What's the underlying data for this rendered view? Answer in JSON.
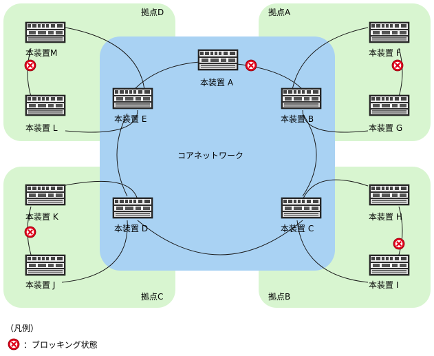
{
  "sites": {
    "D": {
      "label": "拠点D"
    },
    "A": {
      "label": "拠点A"
    },
    "C": {
      "label": "拠点C"
    },
    "B": {
      "label": "拠点B"
    }
  },
  "core": {
    "label": "コアネットワーク"
  },
  "devices": {
    "A": "本装置 A",
    "B": "本装置 B",
    "C": "本装置 C",
    "D": "本装置 D",
    "E": "本装置 E",
    "F": "本装置 F",
    "G": "本装置 G",
    "H": "本装置 H",
    "I": "本装置 I",
    "J": "本装置 J",
    "K": "本装置 K",
    "L": "本装置 L",
    "M": "本装置M"
  },
  "legend": {
    "title": "（凡例）",
    "blocking_label": "：ブロッキング状態"
  },
  "colors": {
    "site_fill": "#d8f5d0",
    "core_fill": "#a9d2f3",
    "block_red": "#e0001a"
  }
}
